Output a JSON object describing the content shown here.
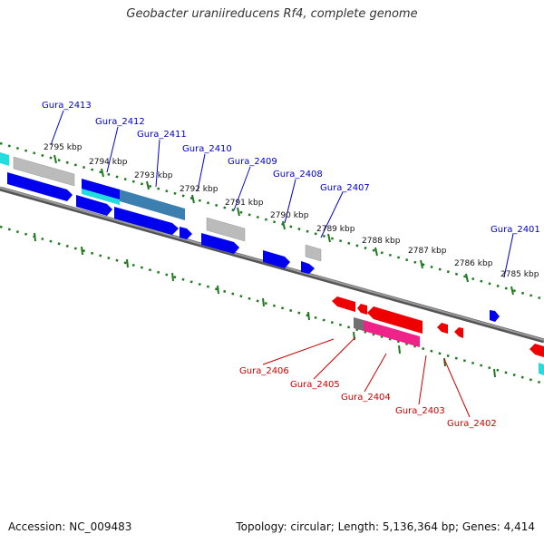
{
  "title": "Geobacter uraniireducens Rf4, complete genome",
  "footer": {
    "accession": "Accession: NC_009483",
    "summary": "Topology: circular; Length: 5,136,364 bp; Genes: 4,414"
  },
  "kbp_labels": [
    "2795 kbp",
    "2794 kbp",
    "2793 kbp",
    "2792 kbp",
    "2791 kbp",
    "2790 kbp",
    "2789 kbp",
    "2788 kbp",
    "2787 kbp",
    "2786 kbp",
    "2785 kbp"
  ],
  "forward_gene_labels": [
    "Gura_2413",
    "Gura_2412",
    "Gura_2411",
    "Gura_2410",
    "Gura_2409",
    "Gura_2408",
    "Gura_2407",
    "Gura_2401"
  ],
  "reverse_gene_labels": [
    "Gura_2406",
    "Gura_2405",
    "Gura_2404",
    "Gura_2403",
    "Gura_2402"
  ],
  "colors": {
    "forward_label": "#0000cc",
    "reverse_label": "#cc0000",
    "backbone": "#7a7a7a",
    "tick": "#1f7a1f",
    "forward_gene": "#0000ee",
    "reverse_gene": "#ee0000",
    "cyan_gene": "#22dddd",
    "grey_gene": "#bbbbbb",
    "magenta_gene": "#ee2288"
  }
}
